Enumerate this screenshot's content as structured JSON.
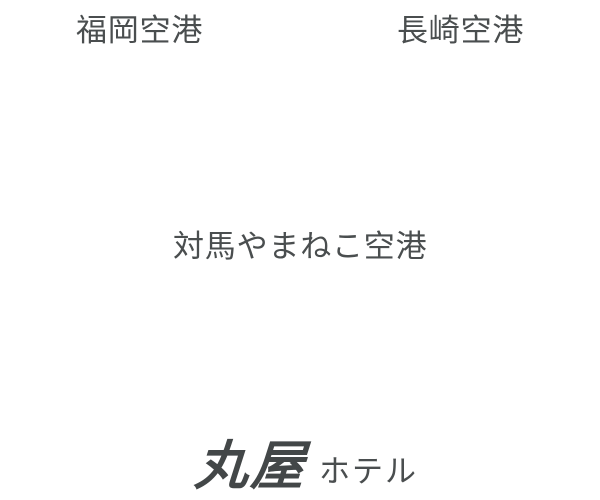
{
  "page": {
    "background_color": "#ffffff",
    "label_color": "#4a4e4f",
    "logo_color": "#434748"
  },
  "map": {
    "labels": [
      {
        "id": "fukuoka-airport",
        "text": "福岡空港"
      },
      {
        "id": "nagasaki-airport",
        "text": "長崎空港"
      },
      {
        "id": "tsushima-yamaneko-airport",
        "text": "対馬やまねこ空港"
      }
    ]
  },
  "logo": {
    "brand": "丸屋",
    "suffix": "ホテル",
    "full_name": "丸屋ホテル"
  }
}
